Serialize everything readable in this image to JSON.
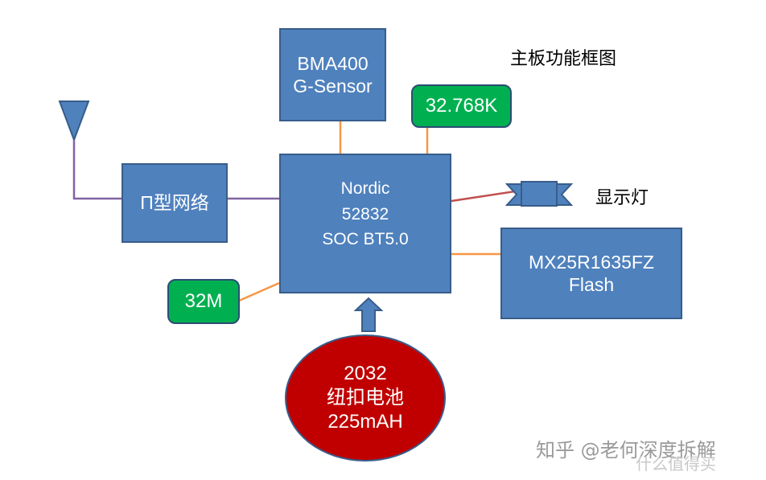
{
  "title": "主板功能框图",
  "blocks": {
    "sensor": {
      "line1": "BMA400",
      "line2": "G-Sensor"
    },
    "mcu": {
      "line1": "Nordic",
      "line2": "52832",
      "line3": "SOC BT5.0"
    },
    "rf": {
      "label": "Π型网络"
    },
    "flash": {
      "line1": "MX25R1635FZ",
      "line2": "Flash"
    },
    "battery": {
      "line1": "2032",
      "line2": "纽扣电池",
      "line3": "225mAH"
    }
  },
  "crystals": {
    "low": "32.768K",
    "high": "32M"
  },
  "indicator": {
    "label": "显示灯"
  },
  "watermark": {
    "text": "知乎 @老何深度拆解",
    "text2": "什么值得买"
  },
  "colors": {
    "block_fill": "#4f81bd",
    "block_border": "#385d8a",
    "crystal_fill": "#00b050",
    "battery_fill": "#c00000",
    "antenna_line": "#8064a2",
    "signal_line": "#f79646",
    "indicator_line": "#c0504d"
  }
}
